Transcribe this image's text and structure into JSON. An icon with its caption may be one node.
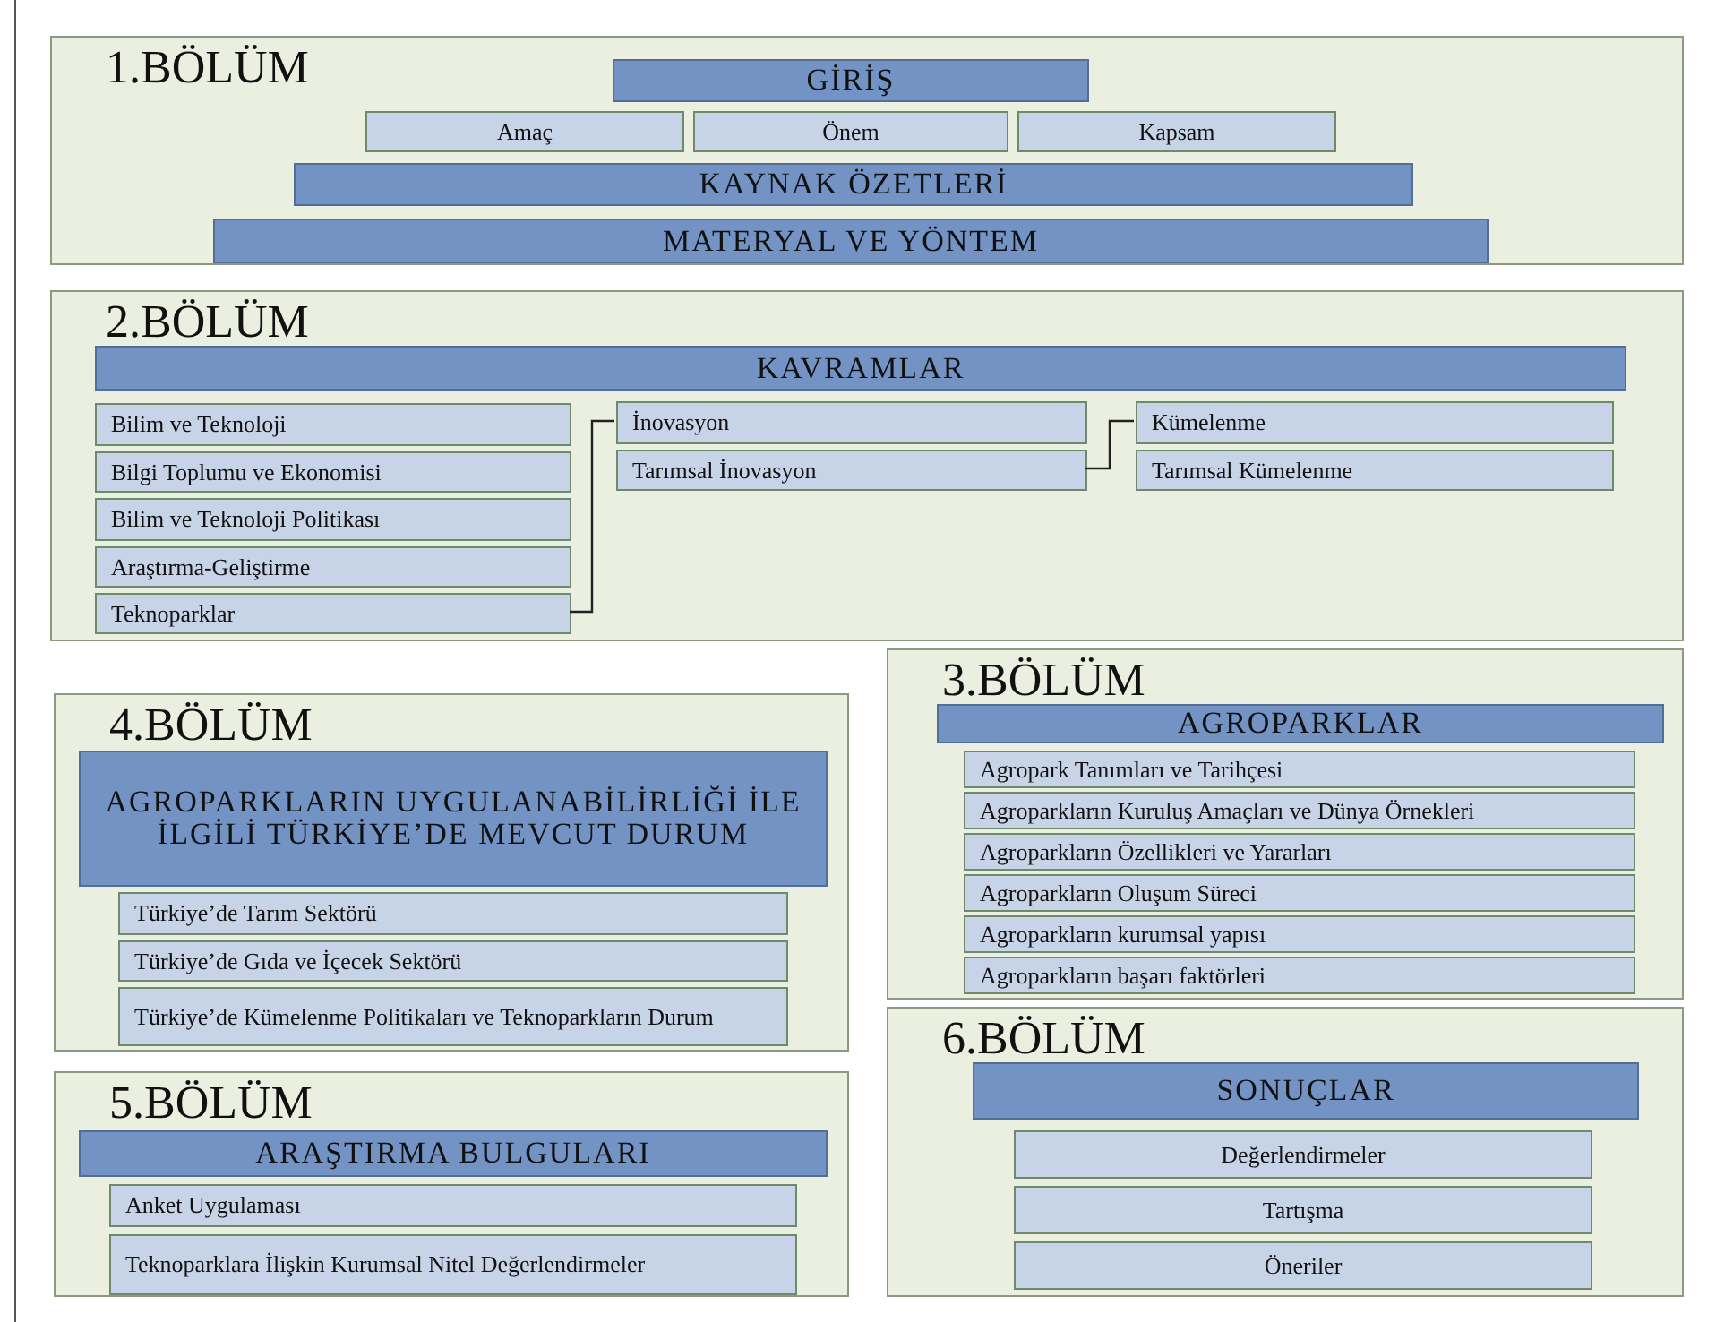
{
  "diagram": {
    "nodes": [
      {
        "text": [
          "1.BÖLÜM"
        ]
      },
      {
        "text": [
          "GİRİŞ"
        ],
        "in": 0
      },
      {
        "text": [
          "Amaç"
        ],
        "in": 0
      },
      {
        "text": [
          "Önem"
        ],
        "in": 0
      },
      {
        "text": [
          "Kapsam"
        ],
        "in": 0
      },
      {
        "text": [
          "KAYNAK ÖZETLERİ"
        ],
        "in": 0
      },
      {
        "text": [
          "MATERYAL VE YÖNTEM"
        ],
        "in": 0
      },
      {
        "text": [
          "2.BÖLÜM"
        ]
      },
      {
        "text": [
          "KAVRAMLAR"
        ],
        "in": 7
      },
      {
        "text": [
          "Bilim ve Teknoloji"
        ],
        "in": 7
      },
      {
        "text": [
          "Bilgi Toplumu ve Ekonomisi"
        ],
        "in": 7
      },
      {
        "text": [
          "Bilim ve Teknoloji Politikası"
        ],
        "in": 7
      },
      {
        "text": [
          "Araştırma-Geliştirme"
        ],
        "in": 7
      },
      {
        "text": [
          "Teknoparklar"
        ],
        "in": 7
      },
      {
        "text": [
          "İnovasyon"
        ],
        "in": 7
      },
      {
        "text": [
          "Tarımsal İnovasyon"
        ],
        "in": 7
      },
      {
        "text": [
          "Kümelenme"
        ],
        "in": 7
      },
      {
        "text": [
          "Tarımsal Kümelenme"
        ],
        "in": 7
      },
      {
        "text": [
          "3.BÖLÜM"
        ]
      },
      {
        "text": [
          "AGROPARKLAR"
        ],
        "in": 18
      },
      {
        "text": [
          "Agropark Tanımları ve Tarihçesi"
        ],
        "in": 18
      },
      {
        "text": [
          "Agroparkların Kuruluş Amaçları ve Dünya Örnekleri"
        ],
        "in": 18
      },
      {
        "text": [
          "Agroparkların Özellikleri ve Yararları"
        ],
        "in": 18
      },
      {
        "text": [
          "Agroparkların Oluşum Süreci"
        ],
        "in": 18
      },
      {
        "text": [
          "Agroparkların kurumsal yapısı"
        ],
        "in": 18
      },
      {
        "text": [
          "Agroparkların başarı faktörleri"
        ],
        "in": 18
      },
      {
        "text": [
          "4.BÖLÜM"
        ]
      },
      {
        "text": [
          "AGROPARKLARIN UYGULANABİLİRLİĞİ İLE İLGİLİ TÜRKİYE’DE MEVCUT DURUM"
        ],
        "in": 26
      },
      {
        "text": [
          "Türkiye’de Tarım Sektörü"
        ],
        "in": 26
      },
      {
        "text": [
          "Türkiye’de Gıda ve İçecek Sektörü"
        ],
        "in": 26
      },
      {
        "text": [
          "Türkiye’de Kümelenme Politikaları ve Teknoparkların Durum"
        ],
        "in": 26
      },
      {
        "text": [
          "5.BÖLÜM"
        ]
      },
      {
        "text": [
          "ARAŞTIRMA BULGULARI"
        ],
        "in": 31
      },
      {
        "text": [
          "Anket Uygulaması"
        ],
        "in": 31
      },
      {
        "text": [
          "Teknoparklara İlişkin Kurumsal Nitel Değerlendirmeler"
        ],
        "in": 31
      },
      {
        "text": [
          "6.BÖLÜM"
        ]
      },
      {
        "text": [
          "SONUÇLAR"
        ],
        "in": 35
      },
      {
        "text": [
          "Değerlendirmeler"
        ],
        "in": 35
      },
      {
        "text": [
          "Tartışma"
        ],
        "in": 35
      },
      {
        "text": [
          "Öneriler"
        ],
        "in": 35
      }
    ],
    "edges": [
      {
        "from": 13,
        "to": 14,
        "arrow": "none"
      },
      {
        "from": 15,
        "to": 16,
        "arrow": "none"
      }
    ]
  }
}
